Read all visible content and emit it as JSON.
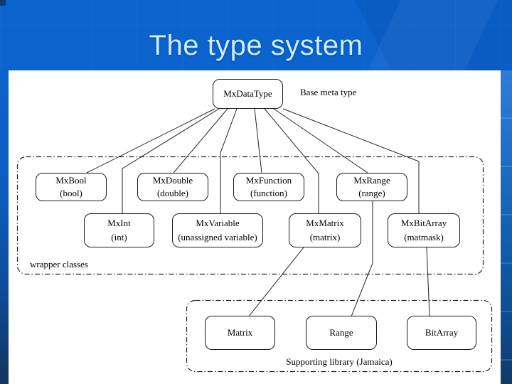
{
  "slide": {
    "title": "The type system",
    "colors": {
      "background_blue": "#0B63CD",
      "title_text": "#CBEEFB",
      "panel": "#FFFFFF",
      "diagram_line": "#222222"
    }
  },
  "diagram": {
    "labels": {
      "base_meta_type": "Base meta type",
      "wrapper_classes": "wrapper classes",
      "supporting_library": "Supporting library (Jamaica)"
    },
    "nodes": {
      "mxdatatype": {
        "name": "MxDataType",
        "sub": ""
      },
      "mxbool": {
        "name": "MxBool",
        "sub": "(bool)"
      },
      "mxdouble": {
        "name": "MxDouble",
        "sub": "(double)"
      },
      "mxfunction": {
        "name": "MxFunction",
        "sub": "(function)"
      },
      "mxrange": {
        "name": "MxRange",
        "sub": "(range)"
      },
      "mxint": {
        "name": "MxInt",
        "sub": "(int)"
      },
      "mxvariable": {
        "name": "MxVariable",
        "sub": "(unassigned variable)"
      },
      "mxmatrix": {
        "name": "MxMatrix",
        "sub": "(matrix)"
      },
      "mxbitarray": {
        "name": "MxBitArray",
        "sub": "(matmask)"
      },
      "matrix": {
        "name": "Matrix",
        "sub": ""
      },
      "range": {
        "name": "Range",
        "sub": ""
      },
      "bitarray": {
        "name": "BitArray",
        "sub": ""
      }
    },
    "edges": [
      {
        "from": "mxdatatype",
        "to": "mxbool"
      },
      {
        "from": "mxdatatype",
        "to": "mxint"
      },
      {
        "from": "mxdatatype",
        "to": "mxdouble"
      },
      {
        "from": "mxdatatype",
        "to": "mxvariable"
      },
      {
        "from": "mxdatatype",
        "to": "mxfunction"
      },
      {
        "from": "mxdatatype",
        "to": "mxmatrix"
      },
      {
        "from": "mxdatatype",
        "to": "mxrange"
      },
      {
        "from": "mxdatatype",
        "to": "mxbitarray"
      },
      {
        "from": "mxmatrix",
        "to": "matrix"
      },
      {
        "from": "mxrange",
        "to": "range"
      },
      {
        "from": "mxbitarray",
        "to": "bitarray"
      }
    ]
  }
}
